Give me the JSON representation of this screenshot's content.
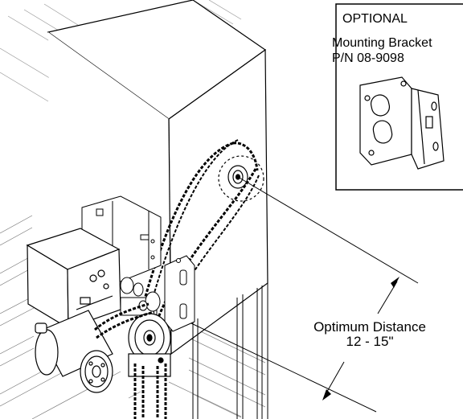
{
  "inset": {
    "line1": "OPTIONAL",
    "line2": "Mounting Bracket",
    "line3": "P/N 08-9098"
  },
  "dimension": {
    "label": "Optimum Distance",
    "value": "12 - 15\""
  }
}
